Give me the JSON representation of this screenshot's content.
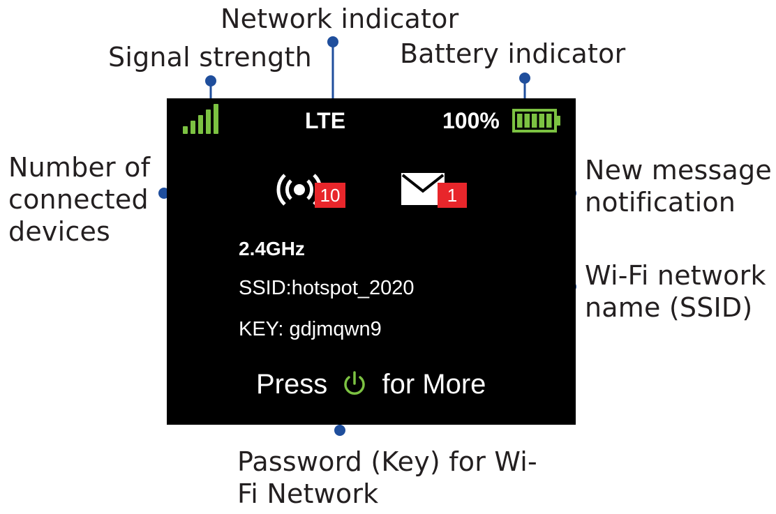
{
  "callouts": {
    "network_indicator": "Network indicator",
    "signal_strength": "Signal strength",
    "battery_indicator": "Battery indicator",
    "connected_devices": [
      "Number of",
      "connected",
      "devices"
    ],
    "new_message": [
      "New message",
      "notification"
    ],
    "wifi_name": [
      "Wi-Fi network",
      "name (SSID)"
    ],
    "password": [
      "Password (Key) for Wi-",
      "Fi Network"
    ]
  },
  "screen": {
    "signal_bars_active": 5,
    "signal_bars_total": 5,
    "network_type": "LTE",
    "battery_percent": "100%",
    "battery_level": 1.0,
    "connected_count": "10",
    "message_count": "1",
    "band": "2.4GHz",
    "ssid_line": "SSID:hotspot_2020",
    "key_line": "KEY: gdjmqwn9",
    "press_prefix": "Press",
    "press_suffix": "for More"
  },
  "icons": {
    "signal": "signal-strength-icon",
    "battery": "battery-icon",
    "devices": "broadcast-icon",
    "message": "envelope-icon",
    "power": "power-icon"
  },
  "colors": {
    "screen_bg": "#000000",
    "signal_green": "#7cc242",
    "battery_green": "#7cc242",
    "badge_red": "#e8262b",
    "leader_blue": "#1f4e9c",
    "power_green": "#7cc242"
  }
}
